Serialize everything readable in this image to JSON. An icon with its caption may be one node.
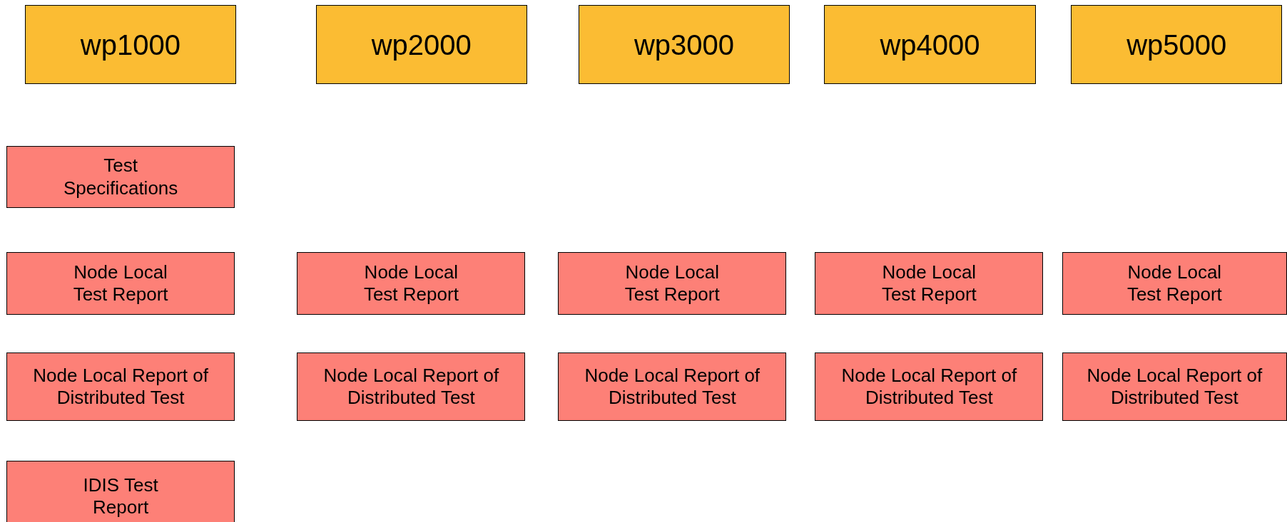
{
  "diagram": {
    "nodes": [
      {
        "text": [
          "wp1000"
        ]
      },
      {
        "text": [
          "wp2000"
        ]
      },
      {
        "text": [
          "wp3000"
        ]
      },
      {
        "text": [
          "wp4000"
        ]
      },
      {
        "text": [
          "wp5000"
        ]
      },
      {
        "text": [
          "Test Specifications"
        ]
      },
      {
        "text": [
          "Node Local Test Report"
        ]
      },
      {
        "text": [
          "Node Local Test Report"
        ]
      },
      {
        "text": [
          "Node Local Test Report"
        ]
      },
      {
        "text": [
          "Node Local Test Report"
        ]
      },
      {
        "text": [
          "Node Local Test Report"
        ]
      },
      {
        "text": [
          "Node Local Report of Distributed Test"
        ]
      },
      {
        "text": [
          "Node Local Report of Distributed Test"
        ]
      },
      {
        "text": [
          "Node Local Report of Distributed Test"
        ]
      },
      {
        "text": [
          "Node Local Report of Distributed Test"
        ]
      },
      {
        "text": [
          "Node Local Report of Distributed Test"
        ]
      },
      {
        "text": [
          "IDIS Test Report"
        ]
      }
    ],
    "edges": []
  }
}
